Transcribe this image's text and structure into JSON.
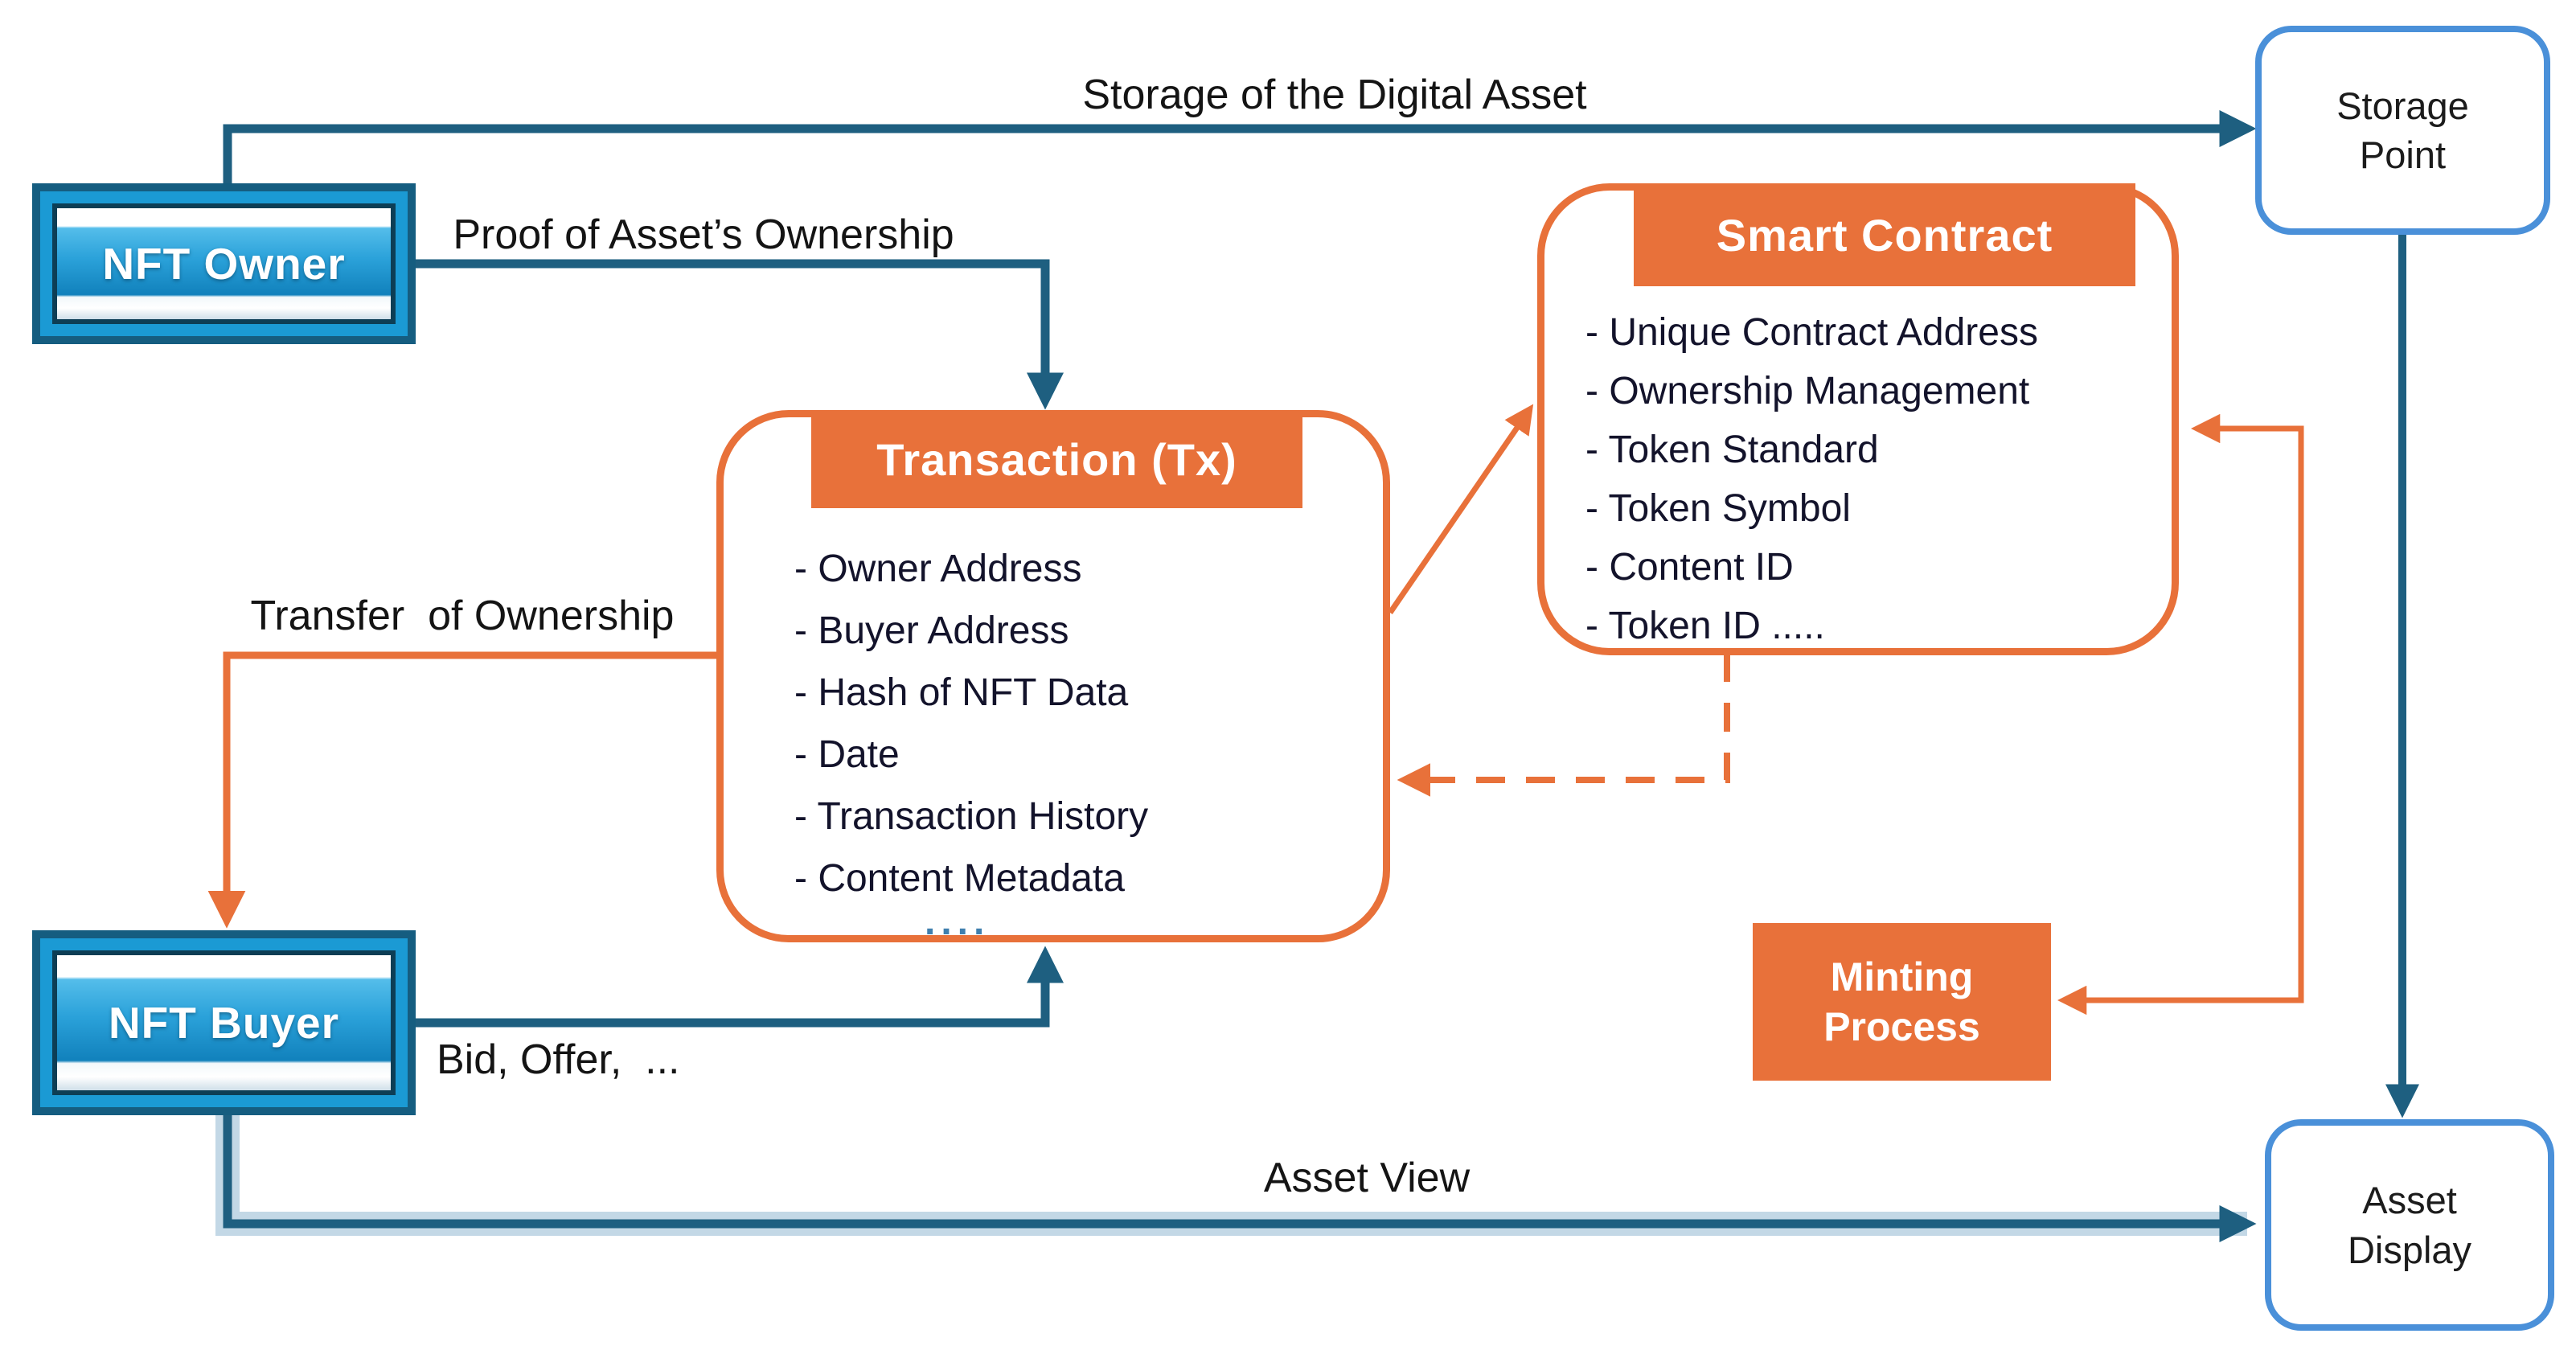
{
  "colors": {
    "teal": "#1e5f80",
    "teal_halo": "#a9c7db",
    "orange": "#e8713a",
    "blue_outline": "#4a90d9",
    "node_border": "#155d80",
    "node_fill": "#1b9ad4",
    "dots_blue": "#3f7fae",
    "label_text": "#141414",
    "item_text": "#13132b",
    "background": "#ffffff"
  },
  "nodes": {
    "nft_owner": {
      "label": "NFT Owner"
    },
    "nft_buyer": {
      "label": "NFT Buyer"
    },
    "storage_point": {
      "label": "Storage Point"
    },
    "asset_display": {
      "label": "Asset Display"
    },
    "minting_process": {
      "label": "Minting Process"
    },
    "transaction": {
      "title": "Transaction (Tx)",
      "items": [
        "- Owner Address",
        "- Buyer Address",
        "- Hash of NFT Data",
        "- Date",
        "- Transaction History",
        "- Content Metadata"
      ],
      "more": "...."
    },
    "smart_contract": {
      "title": "Smart Contract",
      "items": [
        "- Unique Contract Address",
        "- Ownership Management",
        "- Token Standard",
        "- Token Symbol",
        "- Content ID",
        "- Token ID ....."
      ]
    }
  },
  "edge_labels": {
    "storage_of_asset": "Storage of the Digital Asset",
    "proof": "Proof of Asset’s Ownership",
    "transfer": "Transfer  of Ownership",
    "bid": "Bid, Offer,  ...",
    "asset_view": "Asset View"
  }
}
